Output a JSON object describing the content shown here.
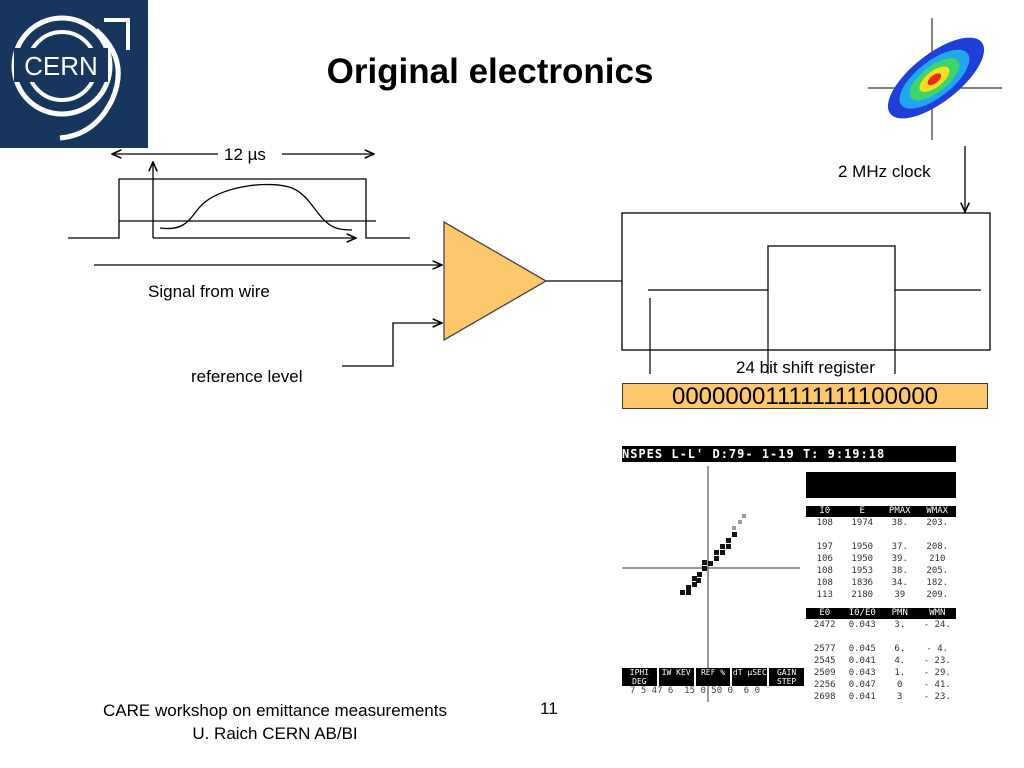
{
  "slide": {
    "title": "Original electronics",
    "pulse_width_label": "12 µs",
    "signal_label": "Signal from wire",
    "reference_label": "reference level",
    "clock_label": "2 MHz clock",
    "register_label": "24 bit shift register",
    "register_bits": "000000011111111100000",
    "footer_line1": "CARE workshop on emittance measurements",
    "footer_line2": "U. Raich CERN AB/BI",
    "page_number": "11"
  },
  "logo": {
    "text": "CERN",
    "background": "#16365e"
  },
  "colors": {
    "amplifier": "#fdc86c",
    "register_highlight": "#fdc86c"
  },
  "printout": {
    "header": "NSPES L-L' D:79- 1-19 T: 9:19:18",
    "table1_headers": [
      "I0",
      "E",
      "PMAX",
      "WMAX"
    ],
    "table1_rows": [
      [
        "108",
        "1974",
        "38.",
        "203."
      ],
      [
        "197",
        "1950",
        "37.",
        "208."
      ],
      [
        "106",
        "1950",
        "39.",
        "210"
      ],
      [
        "108",
        "1953",
        "38.",
        "205."
      ],
      [
        "108",
        "1836",
        "34.",
        "182."
      ],
      [
        "113",
        "2180",
        "39",
        "209."
      ]
    ],
    "table2_headers": [
      "E0",
      "I0/E0",
      "PMN",
      "WMN"
    ],
    "table2_rows": [
      [
        "2472",
        "0.043",
        "3.",
        "- 24."
      ],
      [
        "2577",
        "0.045",
        "6.",
        "- 4."
      ],
      [
        "2545",
        "0.041",
        "4.",
        "- 23."
      ],
      [
        "2509",
        "0.043",
        "1.",
        "- 29."
      ],
      [
        "2256",
        "0.047",
        "0",
        "- 41."
      ],
      [
        "2698",
        "0.041",
        "3",
        "- 23."
      ]
    ],
    "bottom_headers": [
      "IPHI DEG",
      "IW KEV",
      "REF %",
      "dT µSEC",
      "GAIN STEP"
    ],
    "bottom_values": "7 5 47 6  15 0 50 0  6 0"
  }
}
